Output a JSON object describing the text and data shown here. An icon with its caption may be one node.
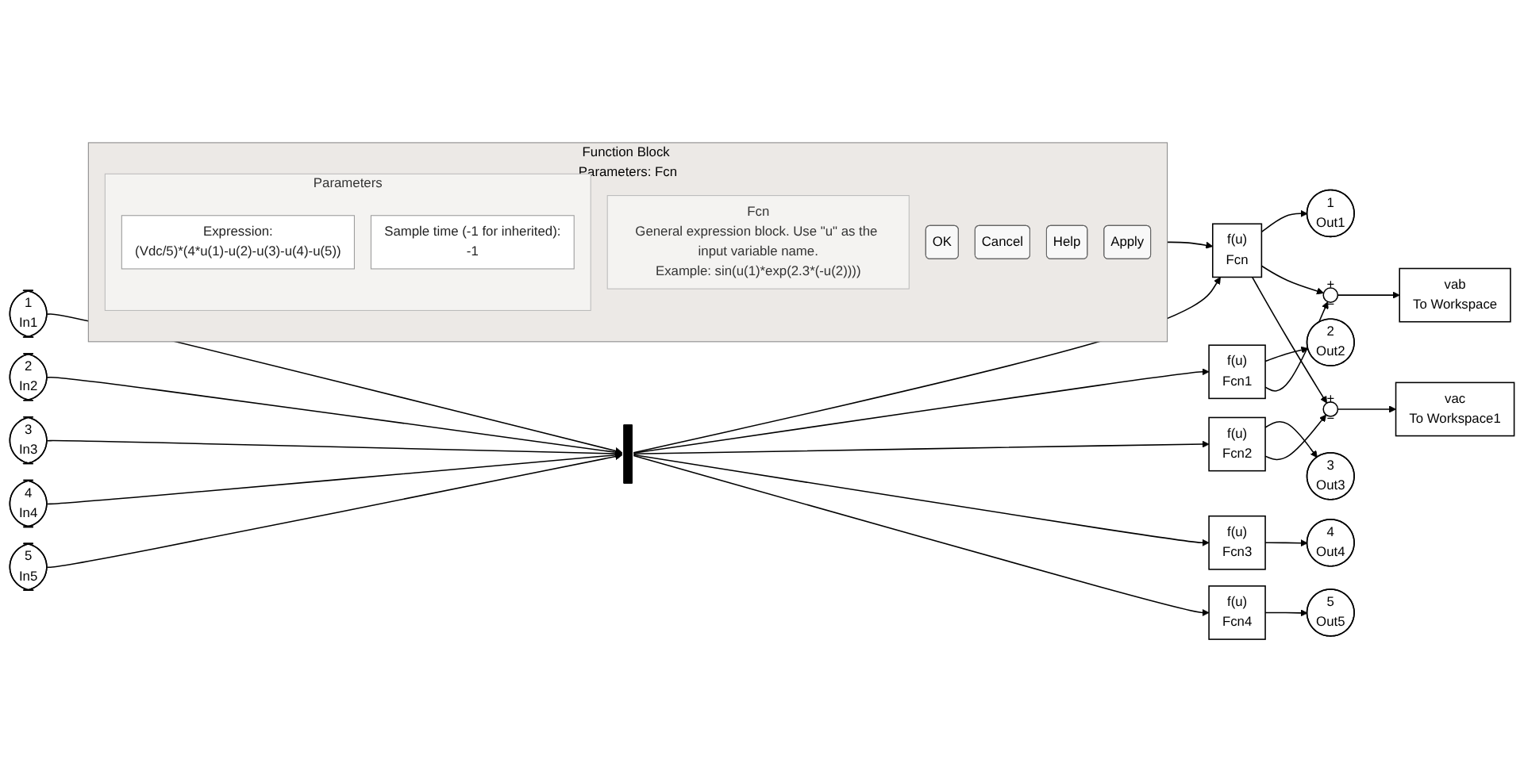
{
  "diagram": {
    "nodes": [
      {
        "text": [
          "1",
          "In1"
        ]
      },
      {
        "text": [
          "2",
          "In2"
        ]
      },
      {
        "text": [
          "3",
          "In3"
        ]
      },
      {
        "text": [
          "4",
          "In4"
        ]
      },
      {
        "text": [
          "5",
          "In5"
        ]
      },
      {
        "text": [],
        "shape": "bar"
      },
      {
        "text": [
          "f(u)",
          "Fcn"
        ]
      },
      {
        "text": [
          "f(u)",
          "Fcn1"
        ]
      },
      {
        "text": [
          "f(u)",
          "Fcn2"
        ]
      },
      {
        "text": [
          "f(u)",
          "Fcn3"
        ]
      },
      {
        "text": [
          "f(u)",
          "Fcn4"
        ]
      },
      {
        "text": [
          "1",
          "Out1"
        ]
      },
      {
        "text": [
          "2",
          "Out2"
        ]
      },
      {
        "text": [
          "3",
          "Out3"
        ]
      },
      {
        "text": [
          "4",
          "Out4"
        ]
      },
      {
        "text": [
          "5",
          "Out5"
        ]
      },
      {
        "text": [
          "+",
          "−"
        ]
      },
      {
        "text": [
          "+",
          "−"
        ]
      },
      {
        "text": [
          "vab",
          "To Workspace"
        ]
      },
      {
        "text": [
          "vac",
          "To Workspace1"
        ]
      },
      {
        "text": [
          "Function Block Parameters: Fcn"
        ]
      },
      {
        "text": [
          "Fcn",
          "General expression block. Use \"u\" as the input variable name.",
          "Example: sin(u(1)*exp(2.3*(-u(2))))"
        ],
        "in": 20
      },
      {
        "text": [
          "Parameters"
        ],
        "in": 20
      },
      {
        "text": [
          "Expression:",
          "(Vdc/5)*(4*u(1)-u(2)-u(3)-u(4)-u(5))"
        ],
        "in": 22
      },
      {
        "text": [
          "Sample time (-1 for inherited):",
          "-1"
        ],
        "in": 22
      },
      {
        "text": [
          "OK"
        ],
        "in": 20
      },
      {
        "text": [
          "Cancel"
        ],
        "in": 20
      },
      {
        "text": [
          "Help"
        ],
        "in": 20
      },
      {
        "text": [
          "Apply"
        ],
        "in": 20
      }
    ],
    "edges": [
      {
        "from": 0,
        "to": 5,
        "arrow": "to"
      },
      {
        "from": 1,
        "to": 5,
        "arrow": "to"
      },
      {
        "from": 2,
        "to": 5,
        "arrow": "to"
      },
      {
        "from": 3,
        "to": 5,
        "arrow": "to"
      },
      {
        "from": 4,
        "to": 5,
        "arrow": "to"
      },
      {
        "from": 5,
        "to": 6,
        "arrow": "to"
      },
      {
        "from": 5,
        "to": 7,
        "arrow": "to"
      },
      {
        "from": 5,
        "to": 8,
        "arrow": "to"
      },
      {
        "from": 5,
        "to": 9,
        "arrow": "to"
      },
      {
        "from": 5,
        "to": 10,
        "arrow": "to"
      },
      {
        "from": 6,
        "to": 11,
        "arrow": "to"
      },
      {
        "from": 7,
        "to": 12,
        "arrow": "to"
      },
      {
        "from": 8,
        "to": 13,
        "arrow": "to"
      },
      {
        "from": 9,
        "to": 14,
        "arrow": "to"
      },
      {
        "from": 10,
        "to": 15,
        "arrow": "to"
      },
      {
        "from": 6,
        "to": 16,
        "arrow": "to"
      },
      {
        "from": 6,
        "to": 17,
        "arrow": "to"
      },
      {
        "from": 7,
        "to": 16,
        "arrow": "to"
      },
      {
        "from": 8,
        "to": 17,
        "arrow": "to"
      },
      {
        "from": 16,
        "to": 18,
        "arrow": "to"
      },
      {
        "from": 17,
        "to": 19,
        "arrow": "to"
      },
      {
        "from": 20,
        "to": 6,
        "arrow": "to"
      }
    ]
  }
}
